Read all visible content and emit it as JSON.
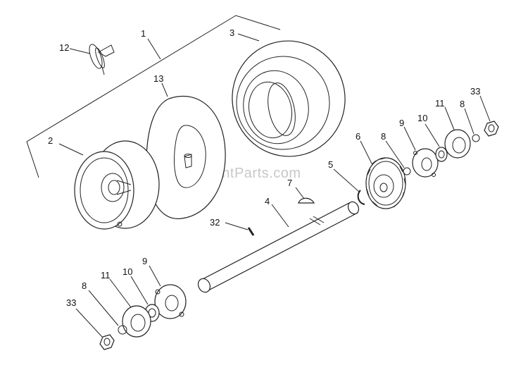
{
  "diagram": {
    "watermark": "eReplacementParts.com",
    "callouts": {
      "c1": "1",
      "c2": "2",
      "c3": "3",
      "c4": "4",
      "c5": "5",
      "c6": "6",
      "c7": "7",
      "c8_upper": "8",
      "c8_right": "8",
      "c8_lower": "8",
      "c9_upper": "9",
      "c9_lower": "9",
      "c10_upper": "10",
      "c10_lower": "10",
      "c11_upper": "11",
      "c11_lower": "11",
      "c12": "12",
      "c13": "13",
      "c32": "32",
      "c33_upper": "33",
      "c33_lower": "33"
    },
    "parts": [
      {
        "id": "1",
        "name": "wheel-assembly"
      },
      {
        "id": "2",
        "name": "wheel-rim"
      },
      {
        "id": "3",
        "name": "tire"
      },
      {
        "id": "4",
        "name": "axle"
      },
      {
        "id": "5",
        "name": "retaining-ring"
      },
      {
        "id": "6",
        "name": "gear"
      },
      {
        "id": "7",
        "name": "woodruff-key"
      },
      {
        "id": "8",
        "name": "washer"
      },
      {
        "id": "9",
        "name": "bearing-flange"
      },
      {
        "id": "10",
        "name": "bearing"
      },
      {
        "id": "11",
        "name": "flange-plate"
      },
      {
        "id": "12",
        "name": "valve-clip"
      },
      {
        "id": "13",
        "name": "inner-tube"
      },
      {
        "id": "32",
        "name": "pin"
      },
      {
        "id": "33",
        "name": "lock-nut"
      }
    ]
  }
}
